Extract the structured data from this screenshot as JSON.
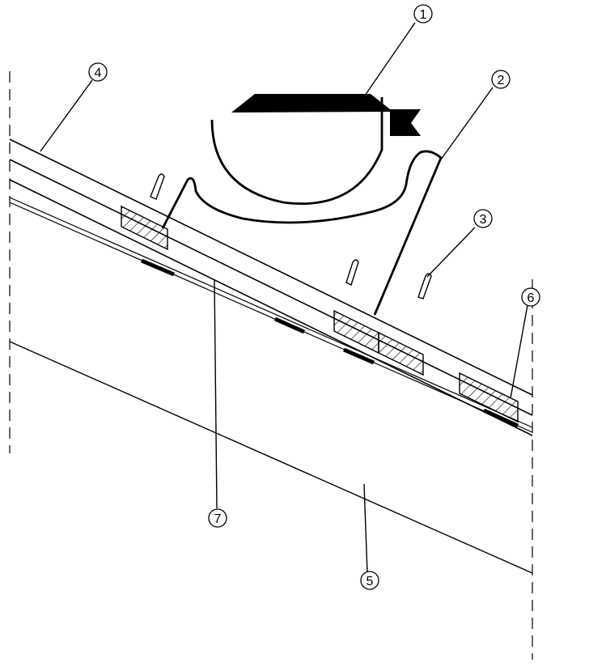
{
  "diagram": {
    "callouts": [
      {
        "id": "c1",
        "number": "1"
      },
      {
        "id": "c2",
        "number": "2"
      },
      {
        "id": "c3",
        "number": "3"
      },
      {
        "id": "c4",
        "number": "4"
      },
      {
        "id": "c5",
        "number": "5"
      },
      {
        "id": "c6",
        "number": "6"
      },
      {
        "id": "c7",
        "number": "7"
      }
    ],
    "colors": {
      "ink": "#000000",
      "paper": "#ffffff"
    }
  }
}
